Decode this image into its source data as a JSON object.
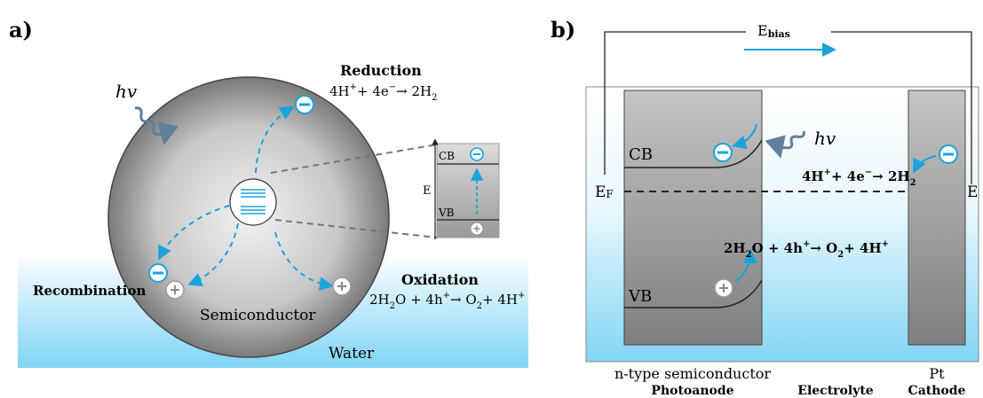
{
  "panel_a": {
    "label": "a)",
    "hv": "hv",
    "reduction_title": "Reduction",
    "reduction_eq": {
      "a": "4H",
      "sup1": "+",
      "b": "+ 4e",
      "sup2": "−",
      "c": "→ 2H",
      "sub": "2"
    },
    "oxidation_title": "Oxidation",
    "oxidation_eq": {
      "a": "2H",
      "sub1": "2",
      "b": "O + 4h",
      "sup1": "+",
      "c": "→ O",
      "sub2": "2",
      "d": "+ 4H",
      "sup2": "+"
    },
    "recombination": "Recombination",
    "semiconductor": "Semiconductor",
    "water": "Water",
    "inset": {
      "cb": "CB",
      "vb": "VB",
      "e": "E"
    },
    "electron": "−",
    "hole": "+"
  },
  "panel_b": {
    "label": "b)",
    "ebias": {
      "main": "E",
      "sub": "bias"
    },
    "hv": "hv",
    "cb": "CB",
    "vb": "VB",
    "ef": {
      "main": "E",
      "sub": "F"
    },
    "e_right": "E",
    "reduction_eq": {
      "a": "4H",
      "sup1": "+",
      "b": "+ 4e",
      "sup2": "−",
      "c": "→ 2H",
      "sub": "2"
    },
    "oxidation_eq": {
      "a": "2H",
      "sub1": "2",
      "b": "O + 4h",
      "sup1": "+",
      "c": "→ O",
      "sub2": "2",
      "d": "+ 4H",
      "sup2": "+"
    },
    "ntype": "n-type semiconductor",
    "photoanode": "Photoanode",
    "electrolyte": "Electrolyte",
    "pt": "Pt",
    "cathode": "Cathode",
    "electron": "−",
    "hole": "+"
  },
  "colors": {
    "accent": "#1aa3dc",
    "water_top": "#ffffff",
    "water_bottom": "#7fd4f5",
    "photon": "#5f7f9a"
  }
}
